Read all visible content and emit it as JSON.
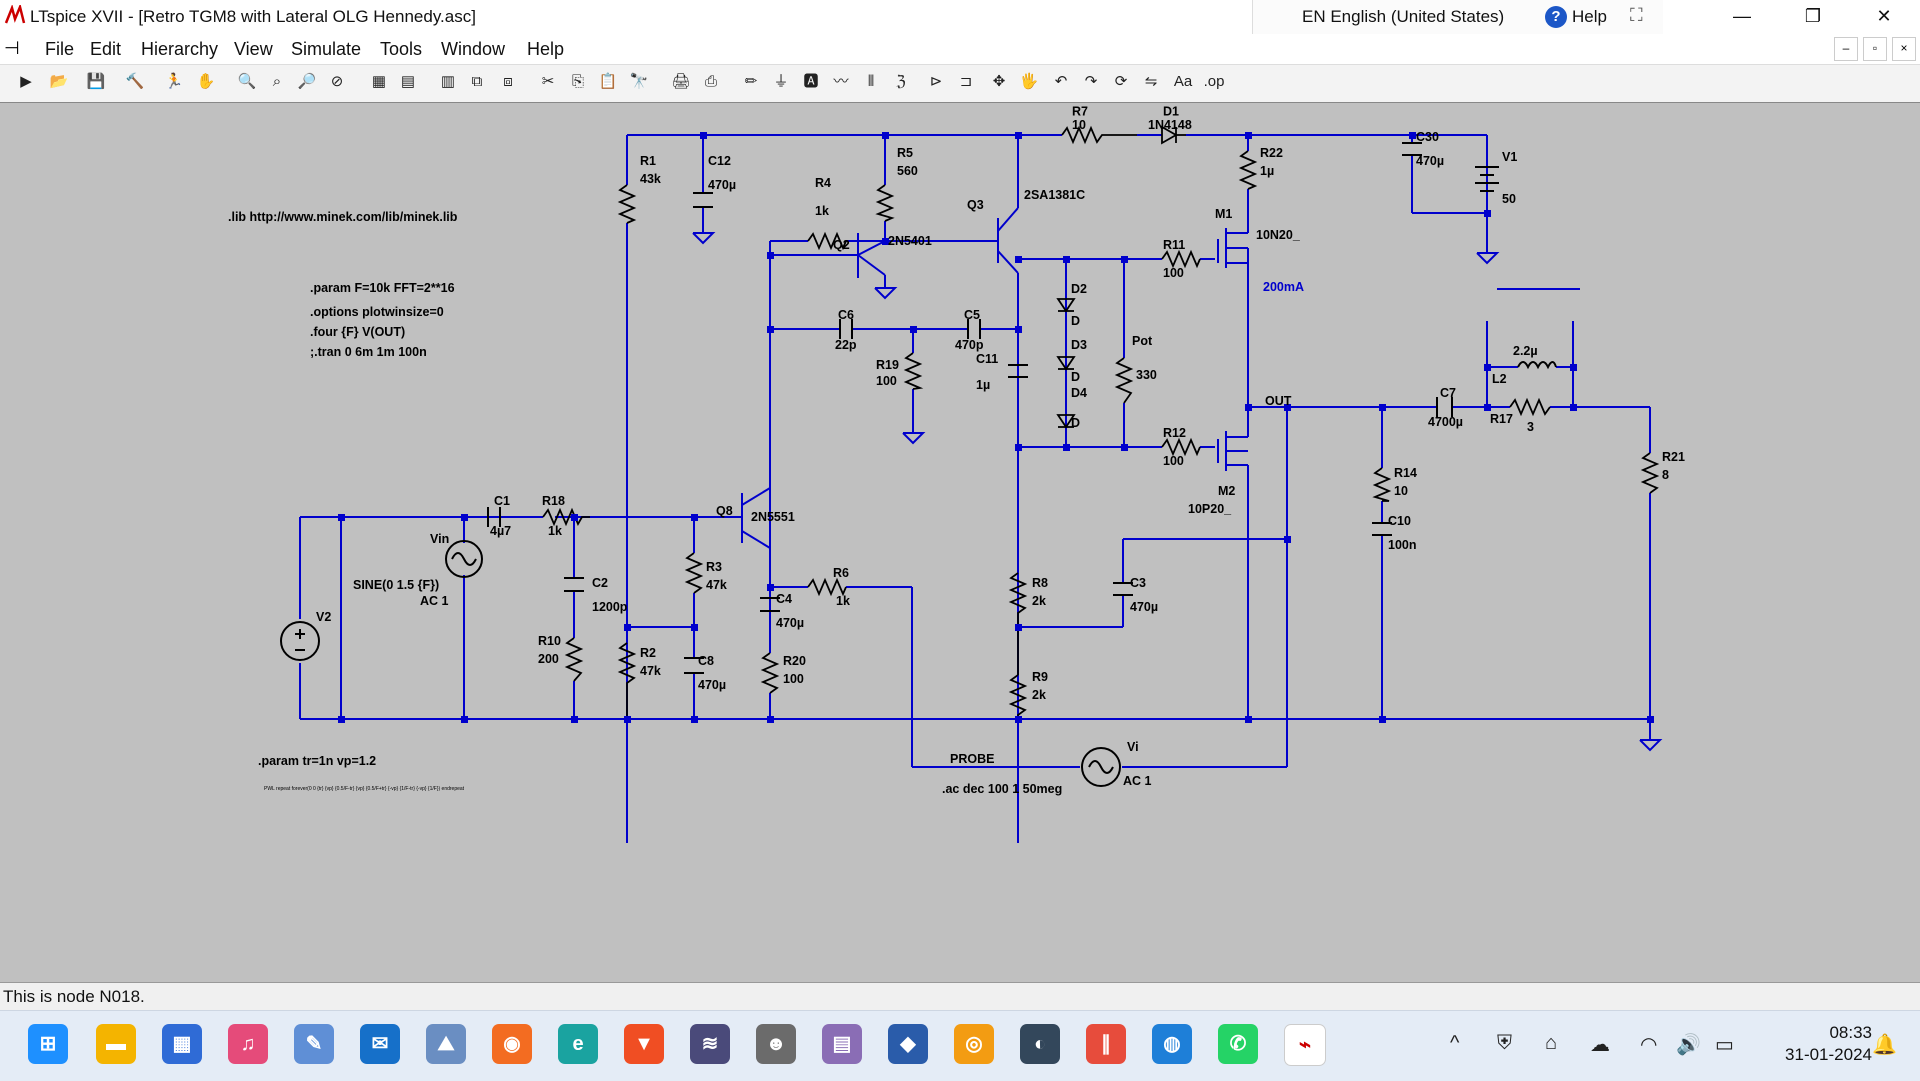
{
  "titlebar": {
    "title": "LTspice XVII - [Retro TGM8 with Lateral OLG Hennedy.asc]",
    "language": "EN English (United States)",
    "help": "Help",
    "minimize": "—",
    "maximize": "❐",
    "close": "✕"
  },
  "menu": {
    "file": "File",
    "edit": "Edit",
    "hierarchy": "Hierarchy",
    "view": "View",
    "simulate": "Simulate",
    "tools": "Tools",
    "window": "Window",
    "help": "Help"
  },
  "schematic": {
    "wire_color": "#0000cc",
    "directives": {
      "lib": ".lib http://www.minek.com/lib/minek.lib",
      "param": ".param F=10k FFT=2**16",
      "options": ".options plotwinsize=0",
      "four": ".four {F} V(OUT)",
      "tran": ";.tran 0 6m 1m 100n",
      "param_tr": ".param tr=1n vp=1.2",
      "ac": ".ac dec 100 1 50meg",
      "small": "PWL repeat forever(0 0 {tr} {vp} {0.5/F-tr} {vp} {0.5/F+tr} {-vp} {1/F-tr} {-vp} {1/F}) endrepeat"
    },
    "comps": {
      "R1": "R1",
      "R1v": "43k",
      "C12": "C12",
      "C12v": "470µ",
      "R5": "R5",
      "R5v": "560",
      "R4": "R4",
      "R4v": "1k",
      "Q2": "Q2",
      "Q2v": "2N5401",
      "Q3": "Q3",
      "Q3v": "2SA1381C",
      "R7": "R7",
      "R7v": "10",
      "D1": "D1",
      "D1v": "1N4148",
      "R22": "R22",
      "R22v": "1µ",
      "C30": "C30",
      "C30v": "470µ",
      "V1": "V1",
      "V1v": "50",
      "M1": "M1",
      "M1v": "10N20_",
      "R11": "R11",
      "R11v": "100",
      "current": "200mA",
      "D2": "D2",
      "D2v": "D",
      "D3": "D3",
      "D3v": "D",
      "D4": "D4",
      "D4v": "D",
      "Pot": "Pot",
      "Potv": "330",
      "C6": "C6",
      "C6v": "22p",
      "C5": "C5",
      "C5v": "470p",
      "C11": "C11",
      "C11v": "1µ",
      "R19": "R19",
      "R19v": "100",
      "L2": "L2",
      "L2v": "2.2µ",
      "C7": "C7",
      "C7v": "4700µ",
      "R17": "R17",
      "R17v": "3",
      "OUT": "OUT",
      "R12": "R12",
      "R12v": "100",
      "M2": "M2",
      "M2v": "10P20_",
      "R21": "R21",
      "R21v": "8",
      "R14": "R14",
      "R14v": "10",
      "C10": "C10",
      "C10v": "100n",
      "C1": "C1",
      "C1v": "4µ7",
      "R18": "R18",
      "R18v": "1k",
      "Vin": "Vin",
      "Vinv1": "SINE(0 1.5 {F})",
      "Vinv2": "AC 1",
      "V2": "V2",
      "C2": "C2",
      "C2v": "1200p",
      "R10": "R10",
      "R10v": "200",
      "Q8": "Q8",
      "Q8v": "2N5551",
      "R3": "R3",
      "R3v": "47k",
      "R2": "R2",
      "R2v": "47k",
      "C8": "C8",
      "C8v": "470µ",
      "C4": "C4",
      "C4v": "470µ",
      "R20": "R20",
      "R20v": "100",
      "R6": "R6",
      "R6v": "1k",
      "R8": "R8",
      "R8v": "2k",
      "R9": "R9",
      "R9v": "2k",
      "C3": "C3",
      "C3v": "470µ",
      "PROBE": "PROBE",
      "Vi": "Vi",
      "Viv": "AC 1"
    }
  },
  "status": {
    "text": "This is node N018."
  },
  "taskbar": {
    "time": "08:33",
    "date": "31-01-2024"
  }
}
